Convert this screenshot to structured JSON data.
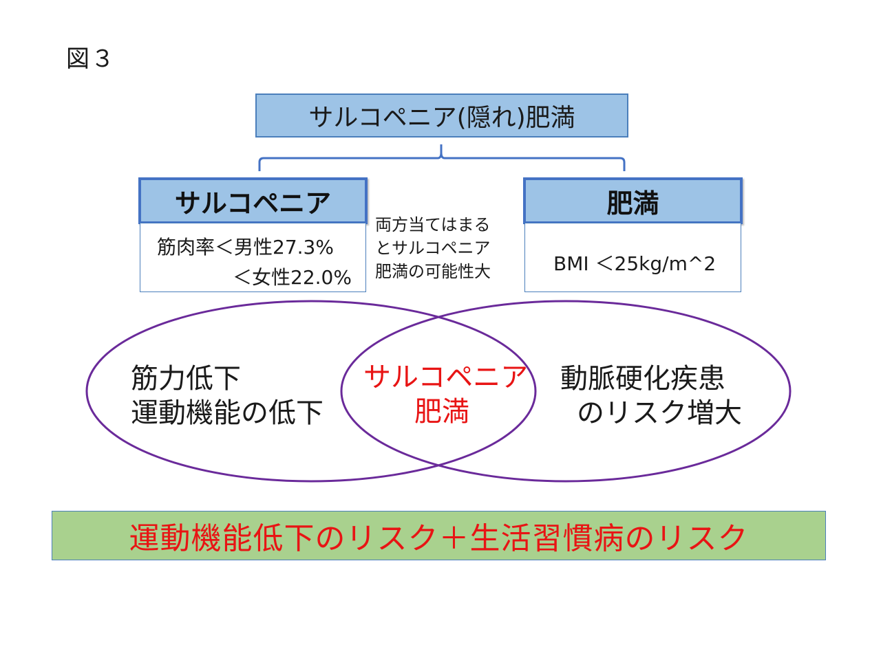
{
  "figure_label": "図３",
  "title": "サルコペニア(隠れ)肥満",
  "left_header": "サルコペニア",
  "left_criteria": [
    "筋肉率＜男性27.3%",
    "＜女性22.0%"
  ],
  "right_header": "肥満",
  "right_criteria": "BMI ＜25kg/m^2",
  "note_lines": [
    "両方当てはまる",
    "とサルコペニア",
    "肥満の可能性大"
  ],
  "venn": {
    "left": [
      "筋力低下",
      "運動機能の低下"
    ],
    "center": [
      "サルコペニア",
      "肥満"
    ],
    "right": [
      "動脈硬化疾患",
      "のリスク増大"
    ]
  },
  "bottom_text": "運動機能低下のリスク＋生活習慣病のリスク",
  "colors": {
    "box_fill": "#9dc3e6",
    "box_border": "#4472c4",
    "circle": "#6a2a9a",
    "emphasis_red": "#e81414",
    "bottom_fill": "#a9d18e"
  }
}
